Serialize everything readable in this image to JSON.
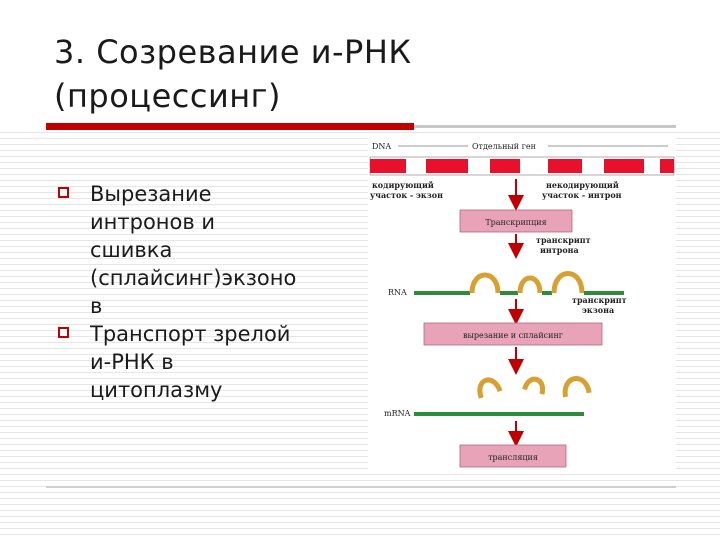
{
  "title_line1": "3. Созревание и-РНК",
  "title_line2": "(процессинг)",
  "bullets": [
    {
      "line1": "Вырезание",
      "line2": "интронов и",
      "line3": "сшивка",
      "line4": "(сплайсинг)экзоно",
      "line5": "в"
    },
    {
      "line1": "Транспорт зрелой",
      "line2": "и-РНК в",
      "line3": "цитоплазму"
    }
  ],
  "diagram": {
    "dna_label": "DNA",
    "gene_label": "Отдельный ген",
    "coding_label_1": "кодирующий",
    "coding_label_2": "участок - экзон",
    "noncoding_label_1": "некодирующий",
    "noncoding_label_2": "участок - интрон",
    "step1": "Транскрипция",
    "intron_transcript_1": "транскрипт",
    "intron_transcript_2": "интрона",
    "rna_label": "RNA",
    "exon_transcript_1": "транскрипт",
    "exon_transcript_2": "экзона",
    "step2": "вырезание и сплайсинг",
    "mrna_label": "mRNA",
    "step3": "трансляция"
  },
  "colors": {
    "accent_red": "#c00000",
    "exon_red": "#e8102a",
    "box_pink": "#e8a3b8",
    "rna_green": "#2e8b3a",
    "intron_tan": "#d8a030"
  }
}
